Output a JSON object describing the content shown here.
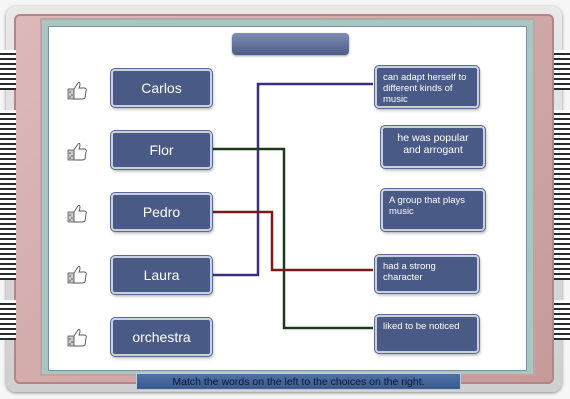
{
  "title": "",
  "instruction": "Match the words on the left to the choices on the right.",
  "words": [
    {
      "label": "Carlos"
    },
    {
      "label": "Flor"
    },
    {
      "label": "Pedro"
    },
    {
      "label": "Laura"
    },
    {
      "label": "orchestra"
    }
  ],
  "choices": [
    {
      "text": "can adapt herself to different kinds of music"
    },
    {
      "text": "he was popular and arrogant"
    },
    {
      "text": "A group that plays music"
    },
    {
      "text": "had a strong character"
    },
    {
      "text": "liked to be noticed"
    }
  ],
  "matches": [
    {
      "word": "Laura",
      "choice": "can adapt herself to different kinds of music",
      "color": "#3b2d86"
    },
    {
      "word": "Flor",
      "choice": "liked to be noticed",
      "color": "#1e3a1e"
    },
    {
      "word": "Pedro",
      "choice": "had a strong character",
      "color": "#7a1a1a"
    }
  ],
  "icons": {
    "thumb": "thumbs-up-icon"
  }
}
